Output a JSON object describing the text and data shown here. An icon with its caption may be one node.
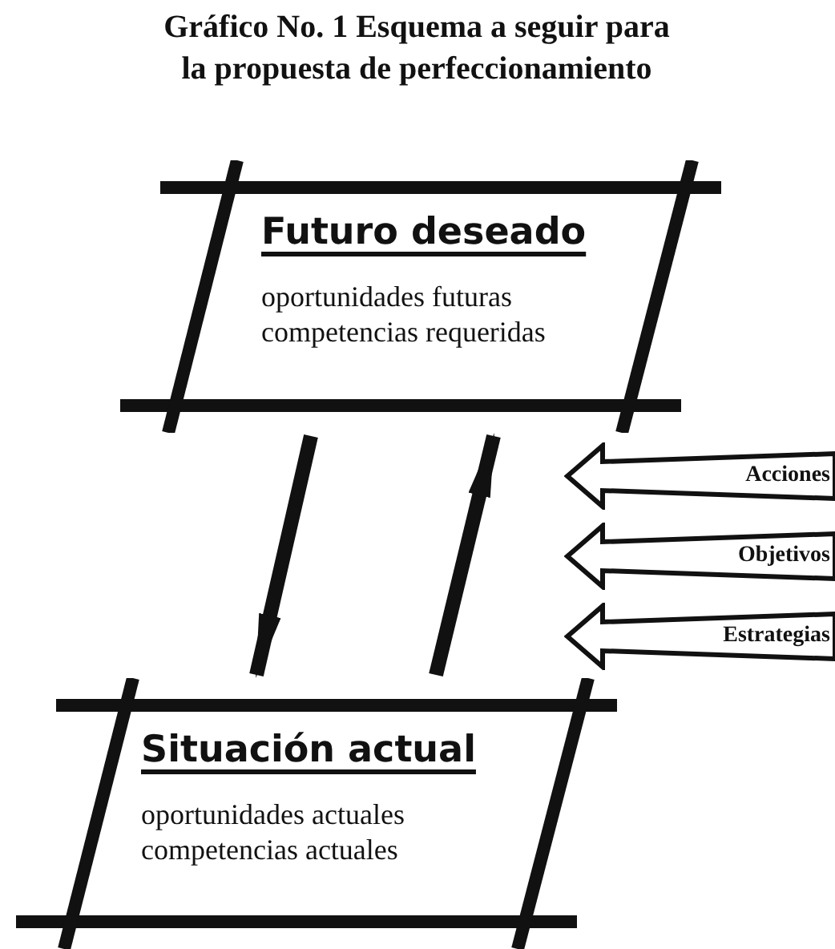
{
  "diagram": {
    "title": "Gráfico No. 1 Esquema a seguir para la propuesta de perfeccionamiento",
    "nodes": [
      {
        "text": [
          "Futuro deseado",
          "oportunidades futuras competencias requeridas"
        ]
      },
      {
        "text": [
          "Situación actual",
          "oportunidades actuales competencias actuales"
        ]
      },
      {
        "text": [
          "Acciones"
        ]
      },
      {
        "text": [
          "Objetivos"
        ]
      },
      {
        "text": [
          "Estrategias"
        ]
      }
    ],
    "edges": [
      {
        "from": 0,
        "to": 1,
        "arrow": "to"
      },
      {
        "from": 1,
        "to": 0,
        "arrow": "to"
      }
    ]
  }
}
